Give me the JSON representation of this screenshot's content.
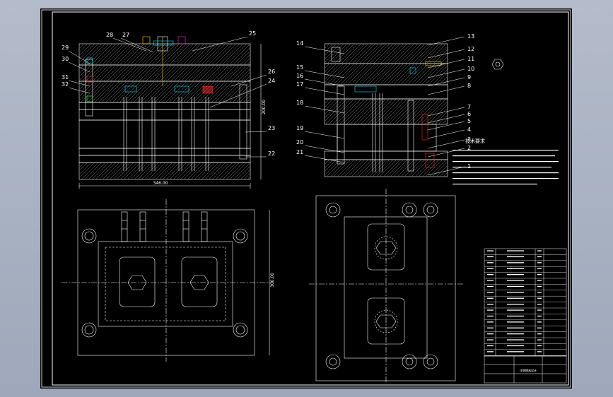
{
  "drawing": {
    "kind": "mold-assembly-drawing",
    "background": "#000000",
    "viewport_background": "#a9b2c3",
    "line_color": "#ffffff",
    "accent_colors": {
      "cyan": "#00e5ff",
      "yellow": "#ffd800",
      "red": "#ff2a2a",
      "green": "#39ff39",
      "magenta": "#ff33cc"
    },
    "left_section_part_numbers": [
      "28",
      "27",
      "25",
      "29",
      "30",
      "31",
      "32",
      "26",
      "24",
      "23",
      "22"
    ],
    "right_section_part_numbers": [
      "14",
      "13",
      "12",
      "11",
      "10",
      "15",
      "16",
      "9",
      "17",
      "8",
      "18",
      "7",
      "6",
      "5",
      "19",
      "4",
      "20",
      "3",
      "21",
      "2",
      "1"
    ],
    "dimension_width": "346.00",
    "dimension_height_left": "200.00",
    "dimension_height_plan": "300.00",
    "tech_requirements_title": "技术要求",
    "title_block_label": "注塑模具设计"
  }
}
